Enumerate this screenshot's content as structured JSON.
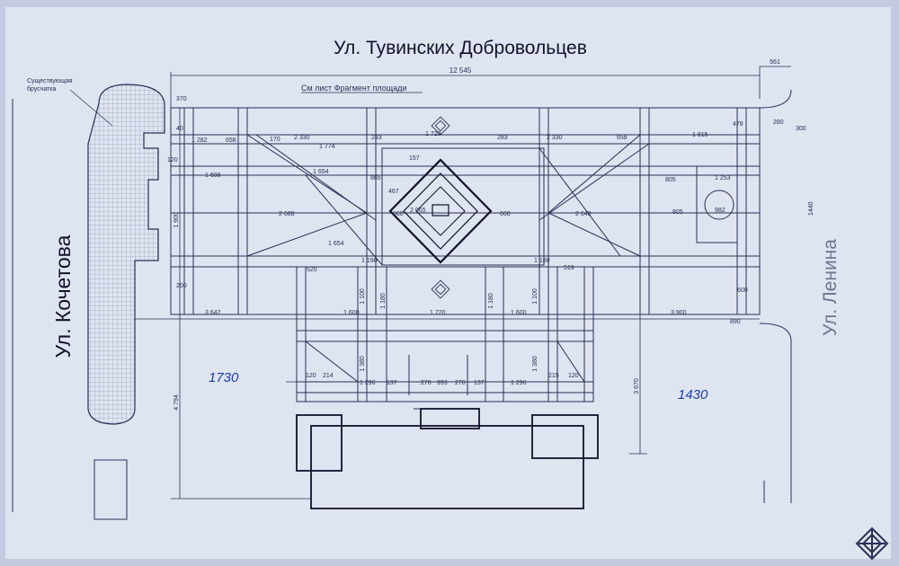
{
  "street_top": "Ул. Тувинских Добровольцев",
  "street_left": "Ул. Кочетова",
  "street_right": "Ул. Ленина",
  "note_existing": [
    "Существующая",
    "брусчатка"
  ],
  "note_reference": "См лист Фрагмент площади",
  "handwritten_left": "1730",
  "handwritten_right": "1430",
  "dim_overall": "12 545",
  "dim_top_right": "561",
  "dims_row_a": [
    "1 282",
    "658",
    "2 330",
    "1 774",
    "283",
    "1 720",
    "283",
    "2 330",
    "658",
    "1 815"
  ],
  "dims_row_b": [
    "1 698",
    "1 654",
    "1 654",
    "805",
    "1 253"
  ],
  "dims_row_c": [
    "2 688",
    "2 065",
    "660",
    "660",
    "2 648",
    "805",
    "982"
  ],
  "dims_row_d": [
    "520",
    "519"
  ],
  "dims_row_e": [
    "3 642",
    "1 600",
    "1 720",
    "1 600",
    "3 900"
  ],
  "dims_row_f": [
    "120",
    "214",
    "1 296",
    "137",
    "270",
    "993",
    "270",
    "137",
    "1 296",
    "215",
    "120"
  ],
  "dims_vertical": [
    "1 900",
    "4 794",
    "3 670",
    "1 100",
    "1 180",
    "1 180",
    "1 100",
    "1 380",
    "1 380"
  ],
  "dims_small": [
    "40",
    "120",
    "200",
    "370",
    "170",
    "157",
    "467",
    "865",
    "600",
    "280",
    "478",
    "300",
    "1440",
    "890",
    "1 190",
    "1 180"
  ],
  "colors": {
    "paper": "#dfe4f1",
    "line": "#2a2f55",
    "ink": "#1b3bb0",
    "street": "#10122a"
  }
}
